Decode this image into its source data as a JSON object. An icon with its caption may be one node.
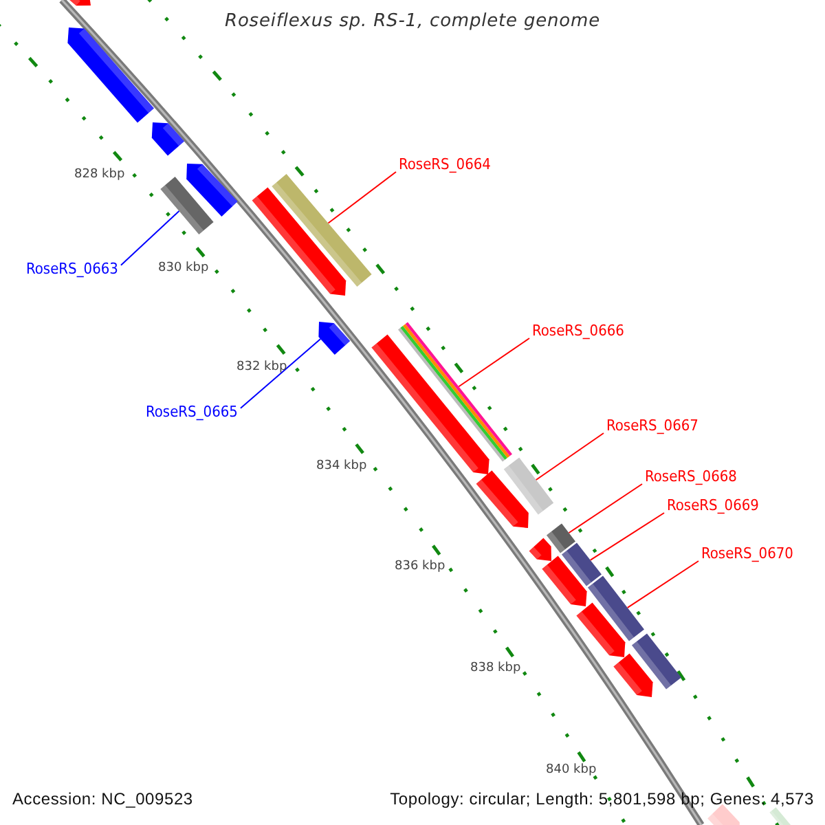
{
  "diagram": {
    "title": "Roseiflexus sp. RS-1, complete genome",
    "nodes": [
      {
        "text": [
          "RoseRS_0664"
        ]
      },
      {
        "text": [
          "RoseRS_0663"
        ]
      },
      {
        "text": [
          "RoseRS_0666"
        ]
      },
      {
        "text": [
          "RoseRS_0665"
        ]
      },
      {
        "text": [
          "RoseRS_0667"
        ]
      },
      {
        "text": [
          "RoseRS_0668"
        ]
      },
      {
        "text": [
          "RoseRS_0669"
        ]
      },
      {
        "text": [
          "RoseRS_0670"
        ]
      },
      {
        "text": [],
        "shape": "pentagon"
      },
      {
        "text": [],
        "shape": "pentagon"
      },
      {
        "text": [],
        "shape": "pentagon"
      },
      {
        "text": [],
        "shape": "pentagon"
      },
      {
        "text": [],
        "shape": "box"
      },
      {
        "text": [],
        "shape": "box"
      },
      {
        "text": [],
        "shape": "pentagon"
      },
      {
        "text": [],
        "shape": "pentagon"
      },
      {
        "text": [],
        "shape": "box"
      },
      {
        "text": [],
        "shape": "pentagon"
      },
      {
        "text": [],
        "shape": "box"
      },
      {
        "text": [],
        "shape": "pentagon"
      },
      {
        "text": [],
        "shape": "box"
      },
      {
        "text": [],
        "shape": "pentagon"
      },
      {
        "text": [],
        "shape": "box"
      },
      {
        "text": [],
        "shape": "pentagon"
      },
      {
        "text": [],
        "shape": "box"
      },
      {
        "text": [],
        "shape": "pentagon"
      },
      {
        "text": [],
        "shape": "box"
      },
      {
        "text": [],
        "shape": "pentagon"
      },
      {
        "text": [],
        "shape": "pentagon"
      },
      {
        "text": [],
        "shape": "box"
      }
    ],
    "edges": [
      {
        "from": 0,
        "to": 13,
        "arrow": "none"
      },
      {
        "from": 1,
        "to": 12,
        "arrow": "none",
        "color": "#0000ff"
      },
      {
        "from": 2,
        "to": 16,
        "arrow": "none"
      },
      {
        "from": 3,
        "to": 15,
        "arrow": "none",
        "color": "#0000ff"
      },
      {
        "from": 4,
        "to": 18,
        "arrow": "none"
      },
      {
        "from": 5,
        "to": 20,
        "arrow": "none"
      },
      {
        "from": 6,
        "to": 22,
        "arrow": "none"
      },
      {
        "from": 7,
        "to": 24,
        "arrow": "none"
      }
    ],
    "labels": [
      "828 kbp",
      "830 kbp",
      "832 kbp",
      "834 kbp",
      "836 kbp",
      "838 kbp",
      "840 kbp",
      "Accession: NC_009523",
      "Topology: circular; Length: 5,801,598 bp; Genes: 4,573"
    ]
  }
}
